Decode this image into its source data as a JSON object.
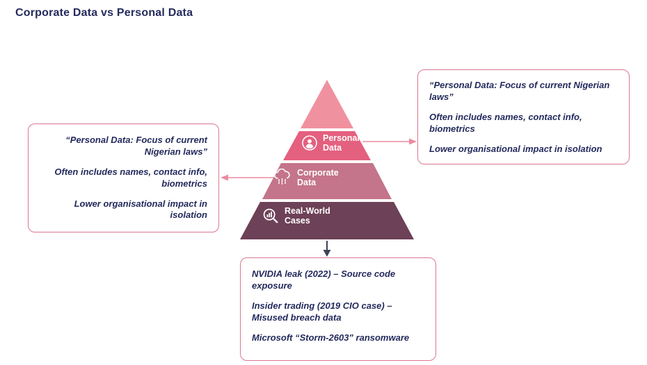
{
  "title": "Corporate Data vs Personal Data",
  "pyramid": {
    "levels": [
      {
        "label": ""
      },
      {
        "label": "Personal Data"
      },
      {
        "label": "Corporate Data"
      },
      {
        "label": "Real-World Cases"
      }
    ]
  },
  "callouts": {
    "left": {
      "paragraphs": [
        "“Personal Data: Focus of current Nigerian laws”",
        "Often includes names, contact info, biometrics",
        "Lower organisational impact in isolation"
      ]
    },
    "right": {
      "paragraphs": [
        "“Personal Data: Focus of current Nigerian laws”",
        "Often includes names, contact info, biometrics",
        "Lower organisational impact in isolation"
      ]
    },
    "bottom": {
      "paragraphs": [
        "NVIDIA leak (2022) – Source code exposure",
        "Insider trading (2019 CIO case) – Misused breach data",
        "Microsoft “Storm-2603” ransomware"
      ]
    }
  },
  "colors": {
    "title_text": "#232a5c",
    "callout_border": "#d9778f",
    "callout_text": "#232a5c",
    "level1": "#f0919f",
    "level2": "#e4607f",
    "level3": "#c4748b",
    "level4": "#6d4157",
    "arrow": "#ec8ba0",
    "down_arrow": "#3d4356"
  }
}
